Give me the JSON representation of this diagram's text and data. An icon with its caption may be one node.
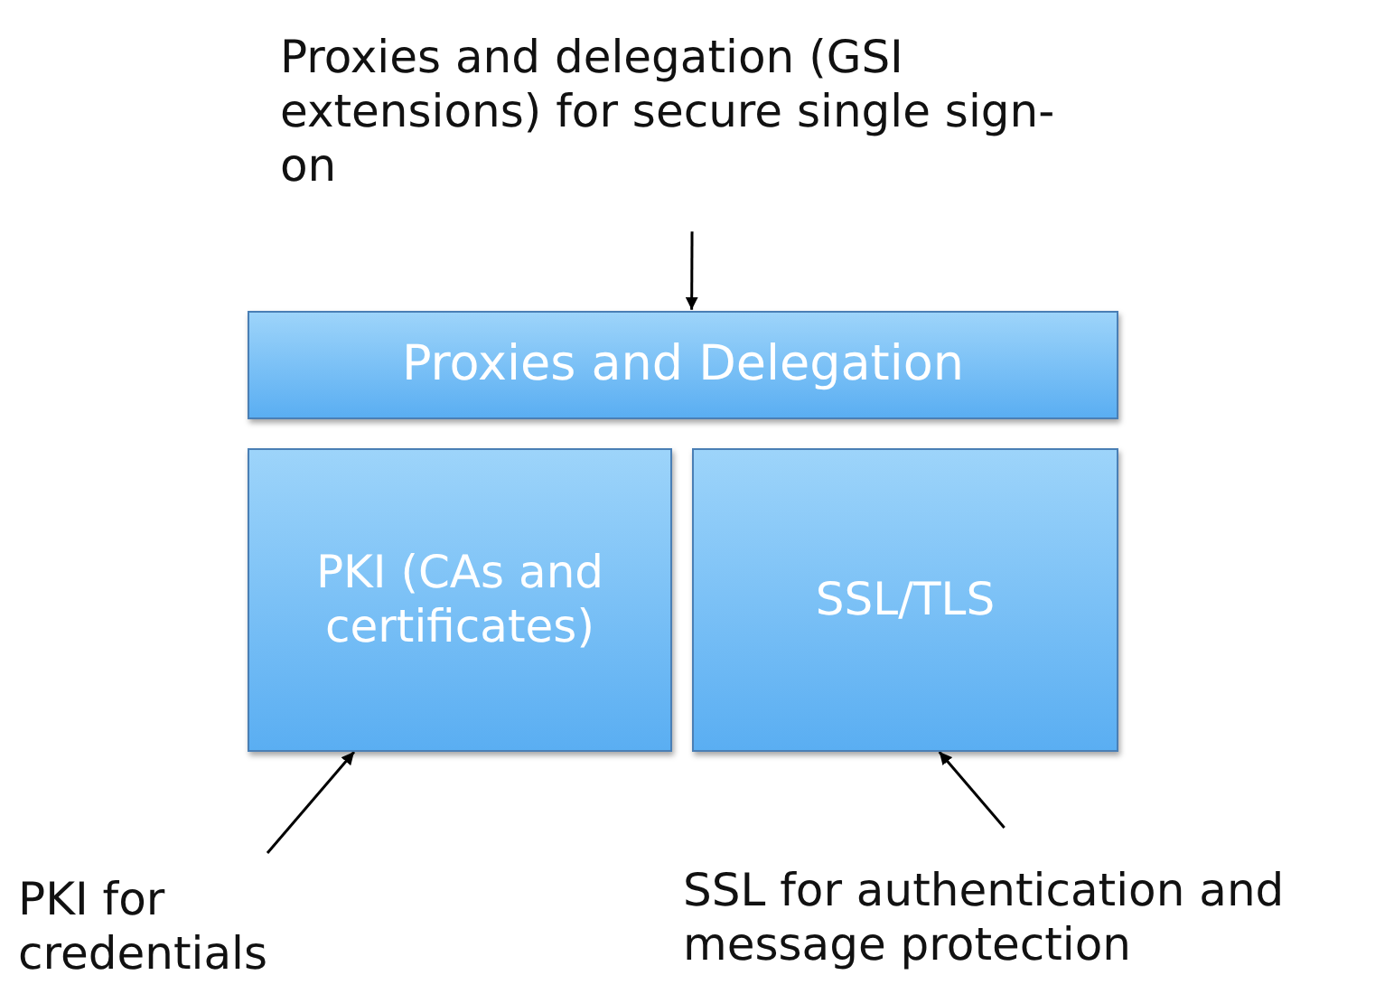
{
  "diagram": {
    "nodes": [
      {
        "text": [
          "Proxies and delegation (GSI extensions) for secure single sign-on"
        ]
      },
      {
        "text": [
          "Proxies and Delegation"
        ]
      },
      {
        "text": [
          "PKI (CAs and certificates)"
        ]
      },
      {
        "text": [
          "SSL/TLS"
        ]
      },
      {
        "text": [
          "PKI for credentials"
        ]
      },
      {
        "text": [
          "SSL for authentication and message protection"
        ]
      }
    ],
    "edges": [
      {
        "from": 0,
        "to": 1,
        "arrow": "to"
      },
      {
        "from": 4,
        "to": 2,
        "arrow": "to"
      },
      {
        "from": 5,
        "to": 3,
        "arrow": "to"
      }
    ]
  }
}
